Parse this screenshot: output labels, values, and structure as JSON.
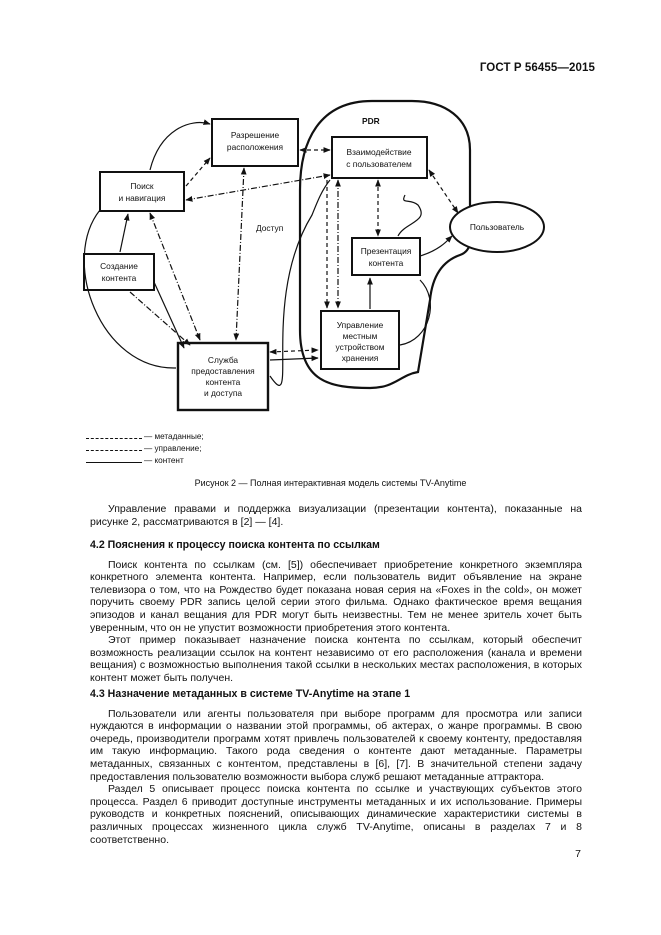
{
  "header": {
    "standard_number": "ГОСТ Р 56455—2015"
  },
  "diagram": {
    "pdr_label": "PDR",
    "access_label": "Доступ",
    "boxes": {
      "rights": [
        "Разрешение",
        "расположения"
      ],
      "search": [
        "Поиск",
        "и навигация"
      ],
      "creation": [
        "Создание",
        "контента"
      ],
      "service": [
        "Служба",
        "предоставления",
        "контента",
        "и доступа"
      ],
      "interaction": [
        "Взаимодействие",
        "с пользователем"
      ],
      "presentation": [
        "Презентация",
        "контента"
      ],
      "storage": [
        "Управление",
        "местным",
        "устройством",
        "хранения"
      ]
    },
    "user_label": "Пользователь"
  },
  "legend": [
    {
      "label": "— метаданные;",
      "style": "dashdot"
    },
    {
      "label": "— управление;",
      "style": "dashed"
    },
    {
      "label": "— контент",
      "style": "solid"
    }
  ],
  "caption": "Рисунок 2 — Полная интерактивная модель системы TV-Anytime",
  "intro_paragraph": "Управление правами и поддержка визуализации (презентации контента), показанные на рисунке 2, рассматриваются в [2] — [4].",
  "section_4_2": {
    "title": "4.2 Пояснения к процессу поиска контента по ссылкам",
    "paragraphs": [
      "Поиск контента по ссылкам (см. [5]) обеспечивает приобретение конкретного экземпляра конкретного элемента контента. Например, если пользователь видит объявление на экране телевизора о том, что на Рождество будет показана новая серия на «Foxes in the cold», он может поручить своему PDR запись целой серии этого фильма. Однако фактическое время вещания эпизодов и канал вещания для PDR могут быть неизвестны. Тем не менее зритель хочет быть уверенным, что он не упустит возможности приобретения этого контента.",
      "Этот пример показывает назначение поиска контента по ссылкам, который обеспечит возможность реализации ссылок на контент независимо от его расположения (канала и времени вещания) с возможностью выполнения такой ссылки в нескольких местах расположения, в которых контент может быть получен."
    ]
  },
  "section_4_3": {
    "title": "4.3 Назначение метаданных в системе TV-Anytime на этапе 1",
    "paragraphs": [
      "Пользователи или агенты пользователя при выборе программ для просмотра или записи нуждаются в информации о названии этой программы, об актерах, о жанре программы. В свою очередь, производители программ хотят привлечь пользователей к своему контенту, предоставляя им такую информацию. Такого рода сведения о контенте дают метаданные. Параметры метаданных, связанных с контентом, представлены в [6], [7]. В значительной степени задачу предоставления пользователю возможности выбора служб решают метаданные аттрактора.",
      "Раздел 5 описывает процесс поиска контента по ссылке и участвующих субъектов этого процесса. Раздел 6 приводит доступные инструменты метаданных и их использование. Примеры руководств и конкретных пояснений, описывающих динамические характеристики системы в различных процессах жизненного цикла служб TV-Anytime, описаны в разделах 7 и 8 соответственно."
    ]
  },
  "page_number": "7"
}
